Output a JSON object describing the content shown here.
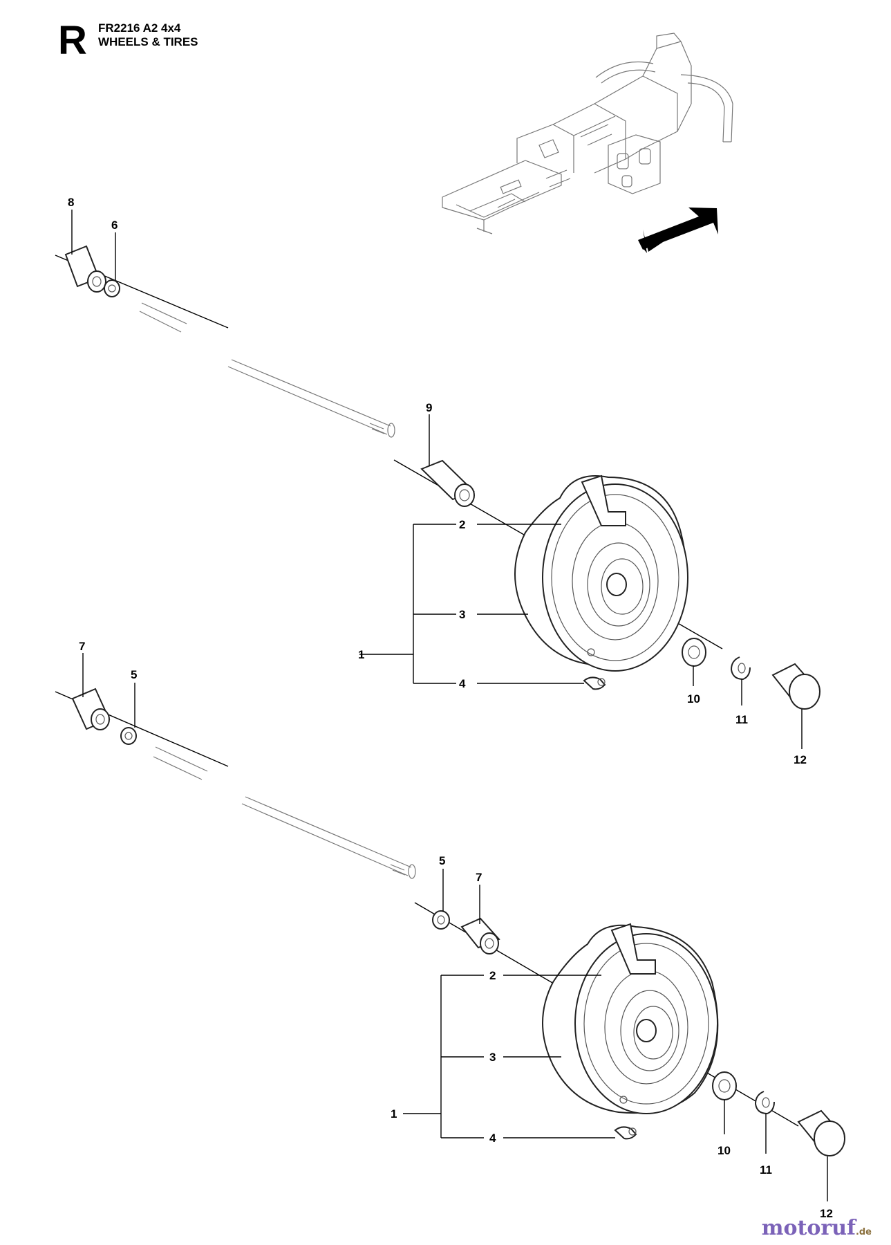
{
  "header": {
    "section_letter": "R",
    "model": "FR2216 A2 4x4",
    "section_title": "WHEELS & TIRES"
  },
  "callouts": {
    "upper_assembly": {
      "shaft_bushing": "8",
      "shaft_washer": "6",
      "spacer": "9",
      "wheel_assembly": "1",
      "rim": "2",
      "tire": "3",
      "valve": "4",
      "washer": "10",
      "retaining_clip": "11",
      "hub_cap": "12"
    },
    "lower_assembly": {
      "shaft_bushing": "7",
      "shaft_washer": "5",
      "inner_washer": "5",
      "inner_spacer": "7",
      "wheel_assembly": "1",
      "rim": "2",
      "tire": "3",
      "valve": "4",
      "washer": "10",
      "retaining_clip": "11",
      "hub_cap": "12"
    }
  },
  "watermark": {
    "name": "motoruf",
    "tld": ".de",
    "colors": {
      "name": "#7b62b8",
      "tld": "#8a6f3c"
    }
  },
  "icons": [
    "frame-overview-icon",
    "direction-arrow-icon"
  ]
}
